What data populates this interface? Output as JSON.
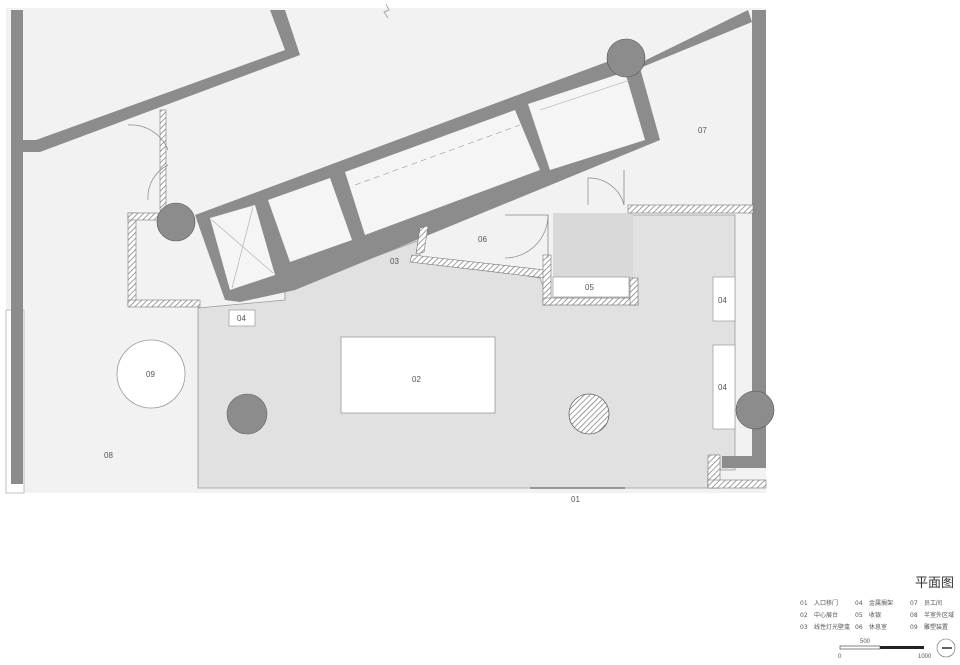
{
  "drawing": {
    "title": "平面图",
    "area_labels": {
      "a01": "01",
      "a02": "02",
      "a03": "03",
      "a04a": "04",
      "a04b": "04",
      "a04c": "04",
      "a05": "05",
      "a06": "06",
      "a07": "07",
      "a08": "08",
      "a09": "09"
    }
  },
  "legend": {
    "items": [
      {
        "code": "01",
        "text": "入口移门"
      },
      {
        "code": "02",
        "text": "中心展台"
      },
      {
        "code": "03",
        "text": "线性灯光壁龛"
      },
      {
        "code": "04",
        "text": "金属搁架"
      },
      {
        "code": "05",
        "text": "收银"
      },
      {
        "code": "06",
        "text": "休息室"
      },
      {
        "code": "07",
        "text": "员工间"
      },
      {
        "code": "08",
        "text": "半室外区域"
      },
      {
        "code": "09",
        "text": "雕塑装置"
      }
    ]
  },
  "scale": {
    "mid_label": "500",
    "start_label": "0",
    "end_label": "1000"
  },
  "colors": {
    "wall": "#8c8c8c",
    "floor_shop": "#e1e1e1",
    "floor_outside": "#f2f2f2"
  }
}
